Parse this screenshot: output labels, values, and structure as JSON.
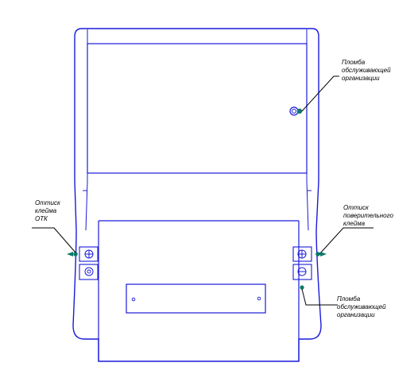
{
  "colors": {
    "outline": "#1a1adb",
    "seal_dot": "#0a7a6a",
    "leader": "#000000"
  },
  "labels": {
    "service_seal_top": "Пломба\nобслуживающей\nорганизации",
    "otk_stamp": "Оттиск\nклейма\nОТК",
    "verification_stamp": "Оттиск\nповерительного\nклейма",
    "service_seal_bottom": "Пломба\nобслуживающей\nорганизации"
  }
}
